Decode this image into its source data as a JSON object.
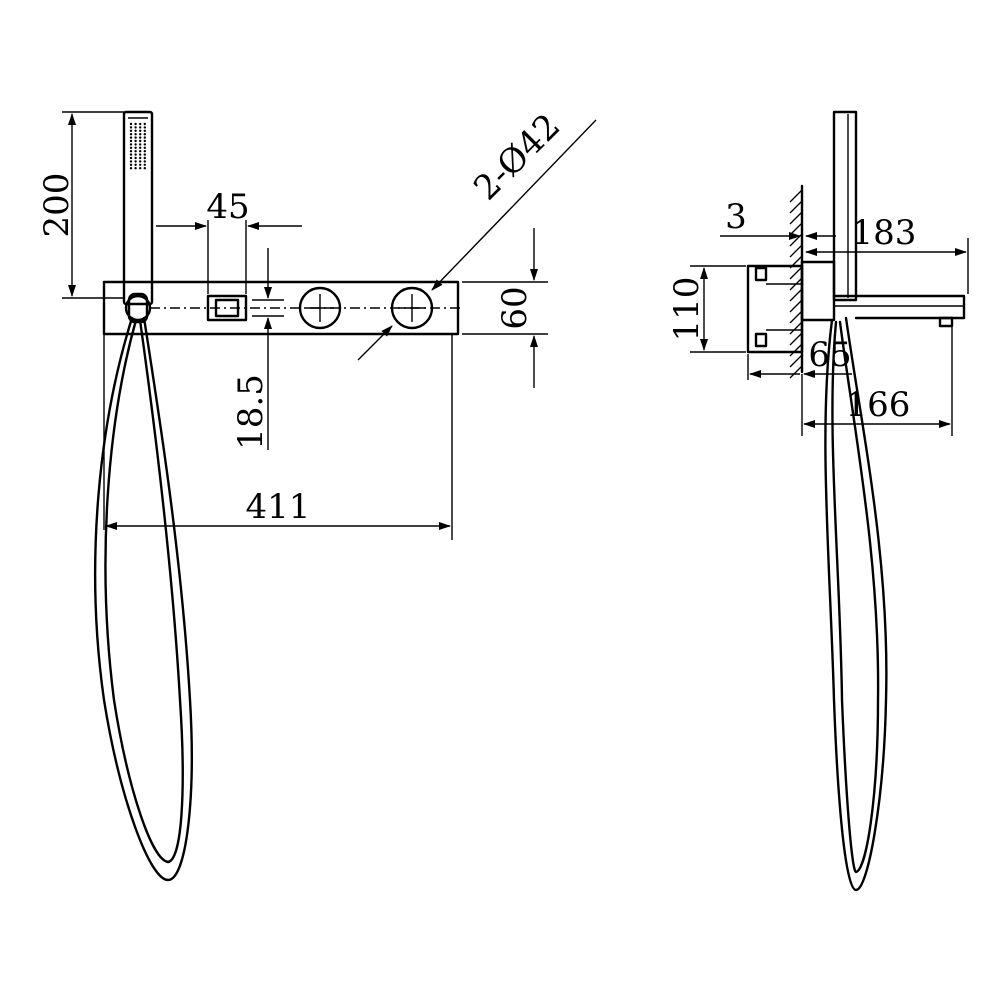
{
  "front_view": {
    "dim_height": "200",
    "dim_spacing": "45",
    "dim_hole": "2-Ø42",
    "dim_plate_height": "60",
    "dim_offset": "18.5",
    "dim_width": "411"
  },
  "side_view": {
    "dim_wall_gap": "3",
    "dim_handshower_projection": "183",
    "dim_body_height": "110",
    "dim_body_depth": "65",
    "dim_spout_projection": "166"
  }
}
